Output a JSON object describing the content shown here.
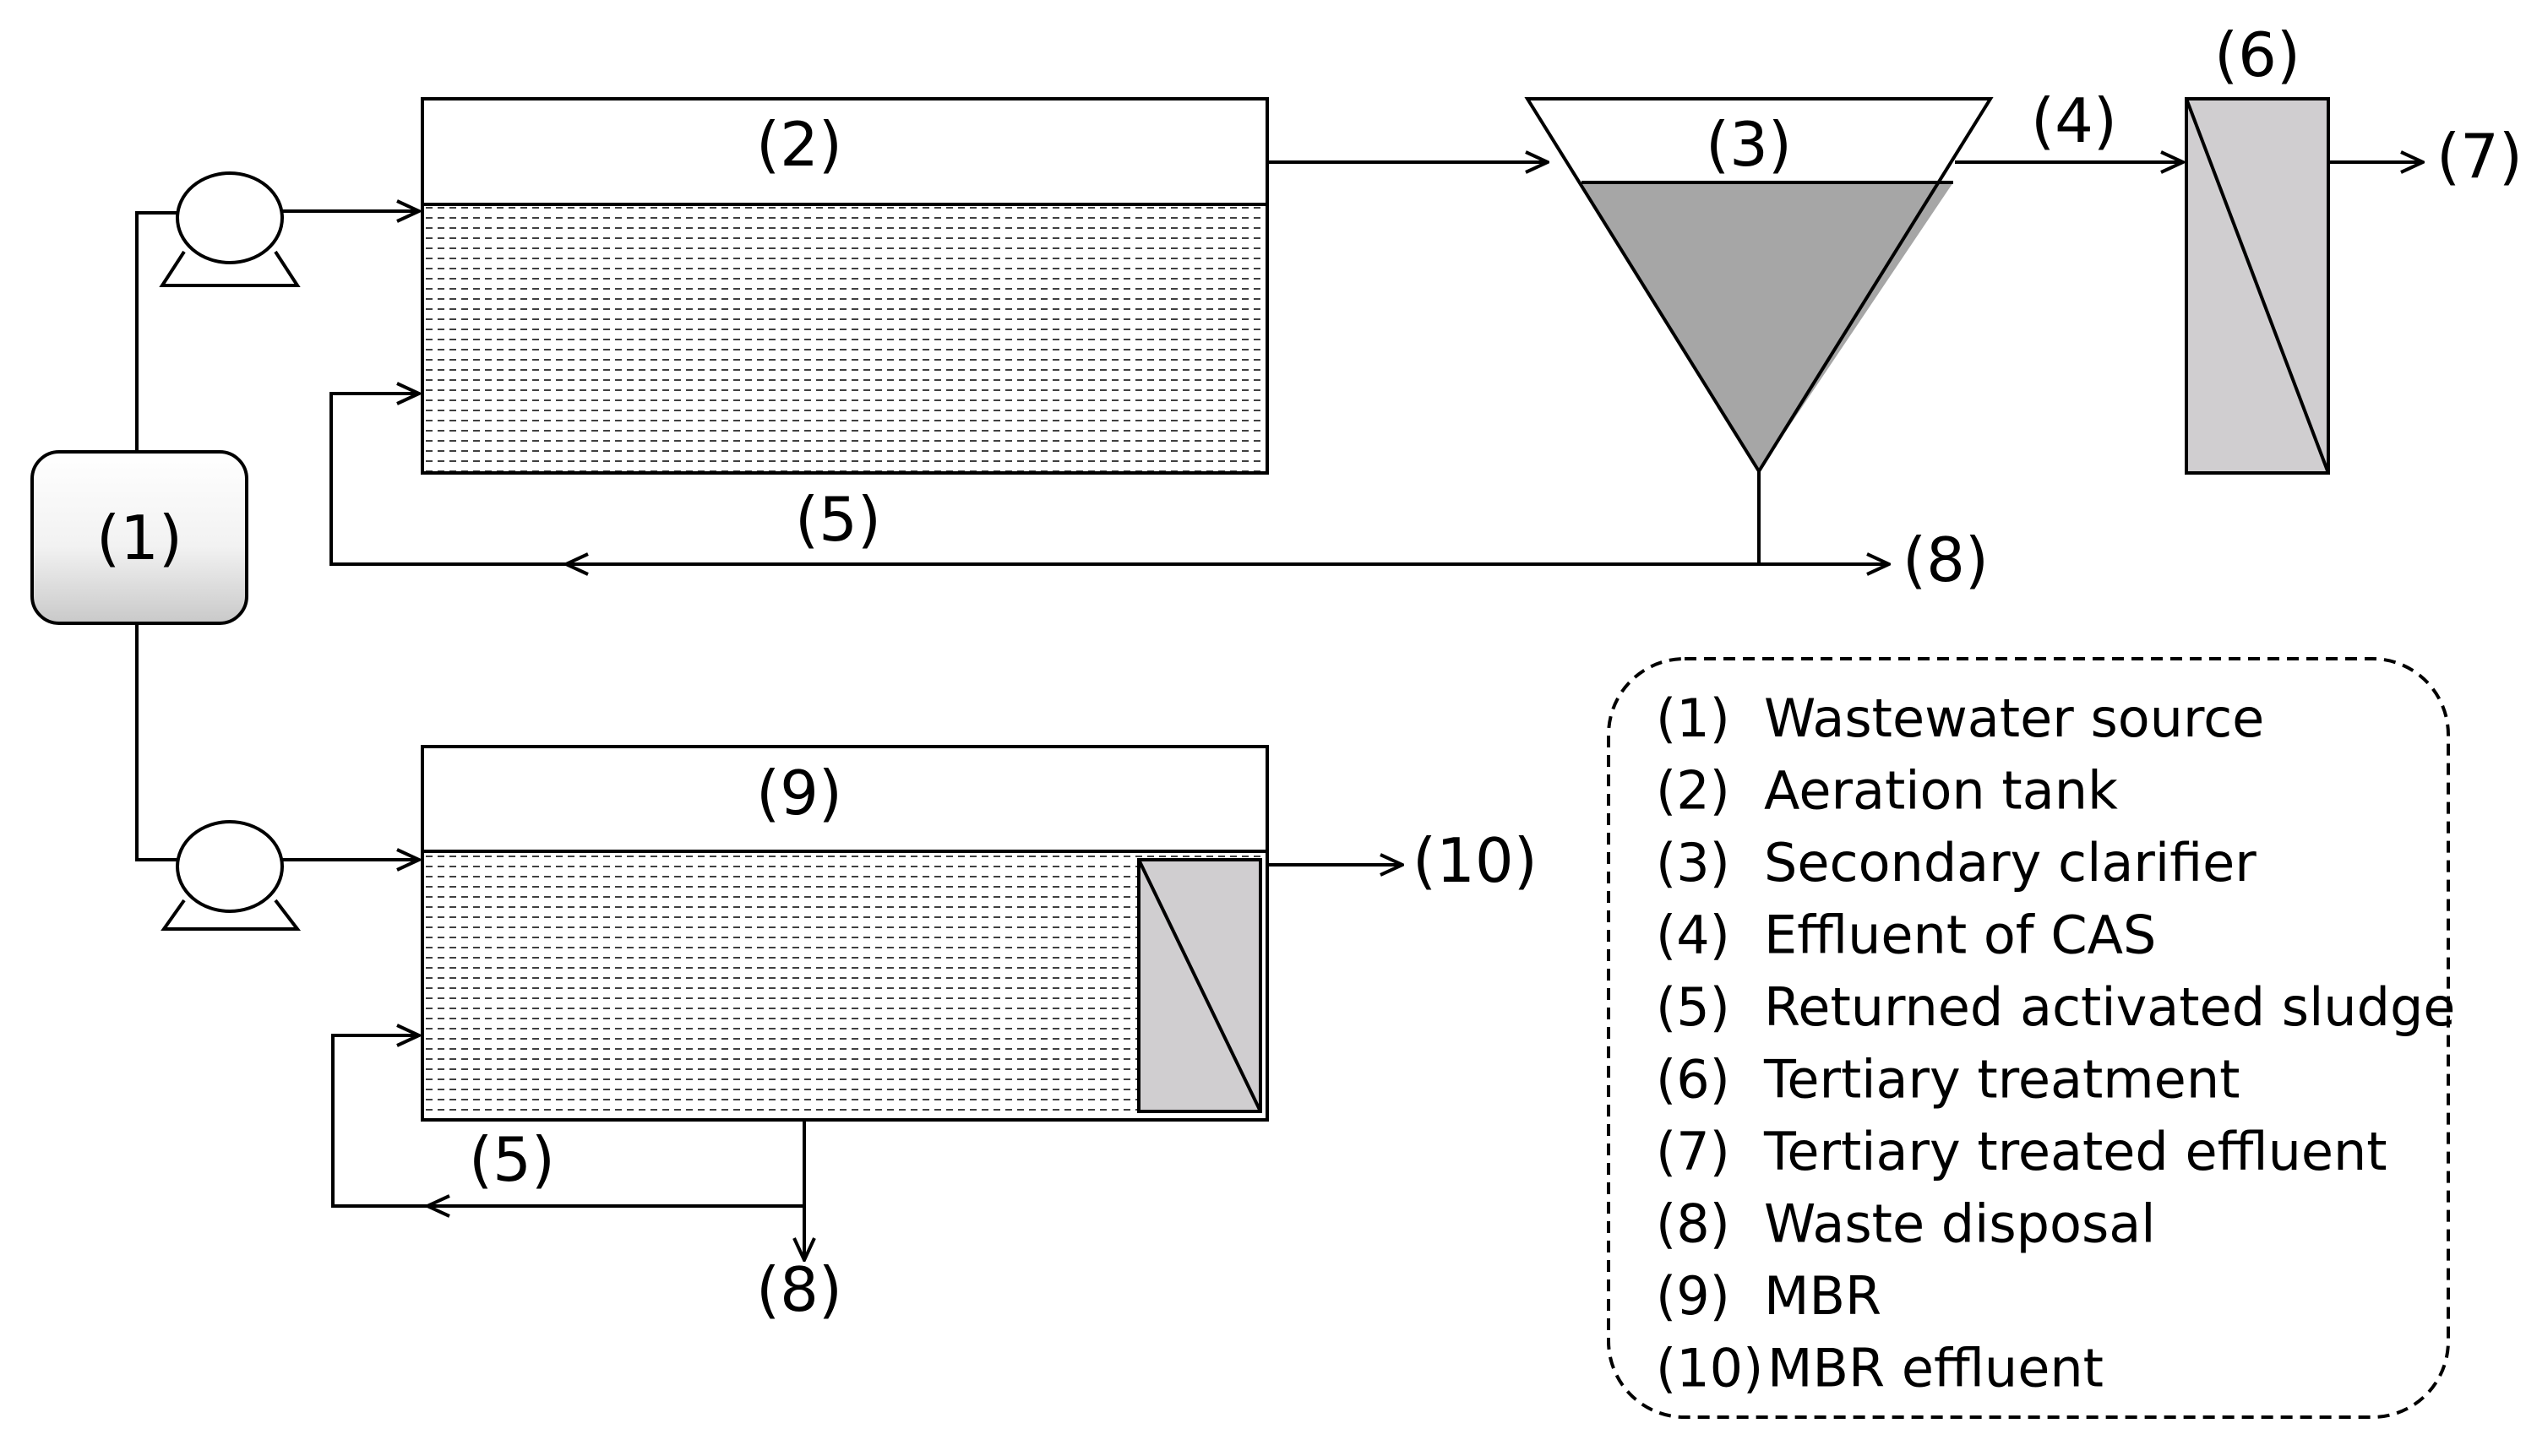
{
  "labels": {
    "source": "(1)",
    "aeration_tank": "(2)",
    "clarifier": "(3)",
    "effluent_cas": "(4)",
    "ras_top": "(5)",
    "tertiary": "(6)",
    "tertiary_effluent": "(7)",
    "waste_top": "(8)",
    "mbr": "(9)",
    "mbr_effluent": "(10)",
    "ras_bottom": "(5)",
    "waste_bottom": "(8)"
  },
  "legend": [
    {
      "num": "(1)",
      "text": "Wastewater source"
    },
    {
      "num": "(2)",
      "text": "Aeration tank"
    },
    {
      "num": "(3)",
      "text": "Secondary clarifier"
    },
    {
      "num": "(4)",
      "text": "Effluent of CAS"
    },
    {
      "num": "(5)",
      "text": "Returned activated sludge"
    },
    {
      "num": "(6)",
      "text": "Tertiary treatment"
    },
    {
      "num": "(7)",
      "text": "Tertiary treated effluent"
    },
    {
      "num": "(8)",
      "text": "Waste disposal"
    },
    {
      "num": "(9)",
      "text": "MBR"
    },
    {
      "num": "(10)",
      "text": "MBR effluent"
    }
  ],
  "colors": {
    "stroke": "#000000",
    "sludge": "#a6a6a6",
    "membrane": "#d0ced0",
    "source_top": "#ffffff",
    "source_bottom": "#c9c9c9"
  }
}
